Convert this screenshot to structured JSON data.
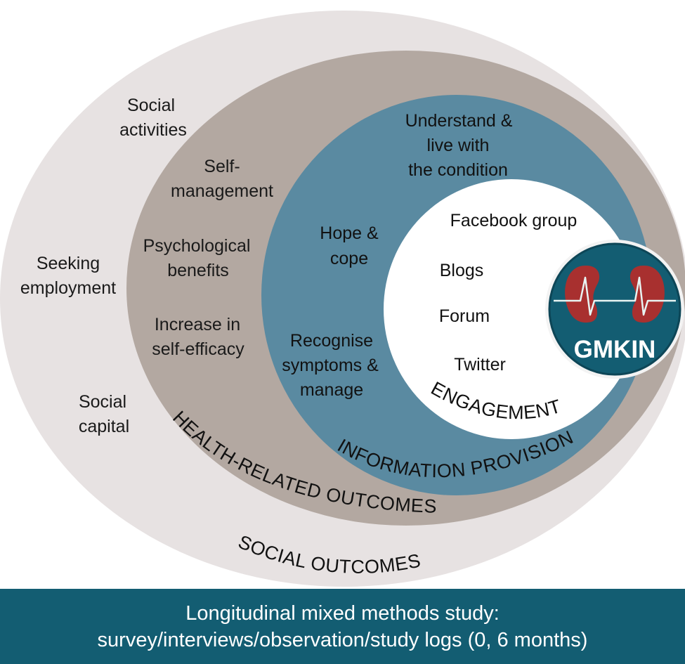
{
  "rings": {
    "social": {
      "title": "SOCIAL OUTCOMES",
      "items": [
        "Social",
        "activities",
        "Seeking",
        "employment",
        "Social",
        "capital"
      ]
    },
    "health": {
      "title": "HEALTH-RELATED OUTCOMES",
      "items": [
        "Self-",
        "management",
        "Psychological",
        "benefits",
        "Increase in",
        "self-efficacy"
      ]
    },
    "information": {
      "title": "INFORMATION PROVISION",
      "items": [
        "Understand &",
        "live with",
        "the condition",
        "Hope &",
        "cope",
        "Recognise",
        "symptoms &",
        "manage"
      ]
    },
    "engagement": {
      "title": "ENGAGEMENT",
      "items": [
        "Facebook group",
        "Blogs",
        "Forum",
        "Twitter"
      ]
    }
  },
  "logo": {
    "text": "GMKIN"
  },
  "footer": {
    "line1": "Longitudinal mixed methods study:",
    "line2": "survey/interviews/observation/study logs (0, 6 months)"
  },
  "colors": {
    "outer": "#e7e2e2",
    "middle": "#b3a8a1",
    "inner": "#5a8aa1",
    "core": "#ffffff",
    "footer": "#135d72",
    "logo": "#135d72",
    "kidney": "#a8302f"
  }
}
